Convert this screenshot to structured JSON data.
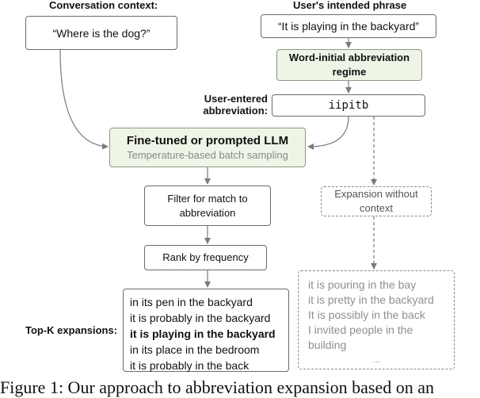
{
  "headings": {
    "context": "Conversation context:",
    "intended": "User's intended phrase"
  },
  "context_quote": "“Where is the dog?”",
  "intended_quote": "“It is playing in the backyard”",
  "regime": {
    "line1": "Word-initial abbreviation",
    "line2": "regime"
  },
  "abbrev": {
    "label_line1": "User-entered",
    "label_line2": "abbreviation:",
    "value": "iipitb"
  },
  "llm": {
    "title": "Fine-tuned or prompted LLM",
    "subtitle": "Temperature-based batch sampling"
  },
  "filter": {
    "line1": "Filter for match to",
    "line2": "abbreviation"
  },
  "rank": "Rank by frequency",
  "topk_label": "Top-K expansions:",
  "topk": [
    "in its pen in the backyard",
    "it is probably in the backyard",
    "it is playing in the backyard",
    "in its place in the bedroom",
    "it is probably in the back"
  ],
  "no_context": {
    "line1": "Expansion without",
    "line2": "context",
    "items": [
      "it is pouring in the bay",
      "it is pretty in the backyard",
      "It is possibly in the back",
      "I invited people in the",
      "building",
      "..."
    ]
  },
  "caption": "Figure 1: Our approach to abbreviation expansion based on an",
  "colors": {
    "green_fill": "#eef5e6",
    "border": "#6b6b6b",
    "arrow": "#7a7a7a",
    "grey_text": "#8a8a8a"
  }
}
